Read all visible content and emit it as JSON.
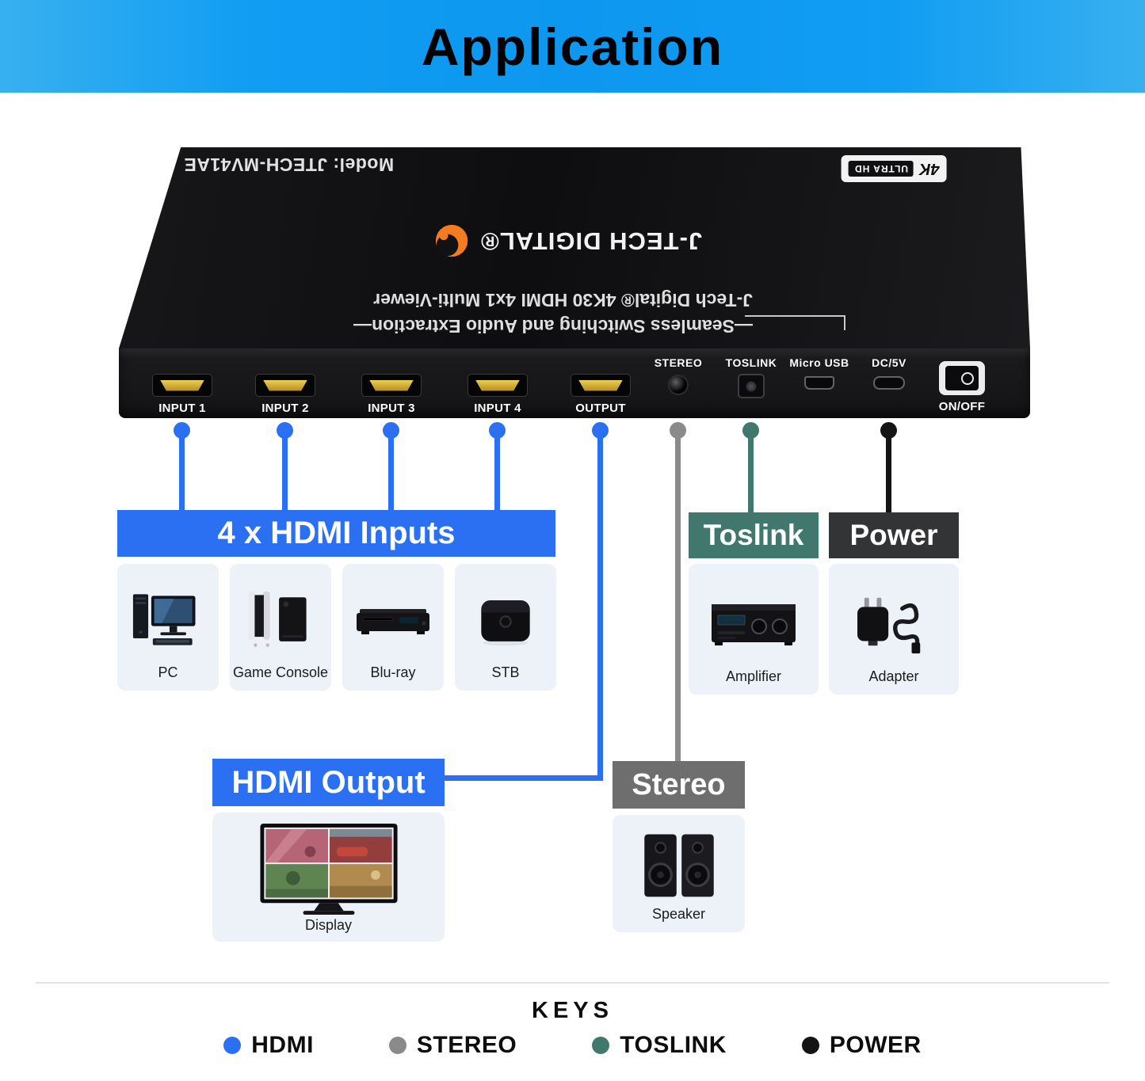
{
  "header": {
    "title": "Application"
  },
  "device": {
    "model_label": "Model: JTECH-MV41AE",
    "badge_4k": "4K",
    "badge_ultrahd": "ULTRA HD",
    "brand": "J-TECH DIGITAL®",
    "desc_title": "J-Tech Digital® 4K30 HDMI 4x1 Multi-Viewer",
    "desc_subtitle": "—Seamless Switching and Audio Extraction—",
    "ports": {
      "input1": "INPUT 1",
      "input2": "INPUT 2",
      "input3": "INPUT 3",
      "input4": "INPUT 4",
      "output": "OUTPUT",
      "stereo": "STEREO",
      "toslink": "TOSLINK",
      "micro_usb": "Micro USB",
      "dc5v": "DC/5V",
      "on_off": "ON/OFF"
    }
  },
  "sections": {
    "hdmi_inputs": {
      "title": "4 x HDMI Inputs",
      "items": [
        {
          "label": "PC"
        },
        {
          "label": "Game Console"
        },
        {
          "label": "Blu-ray"
        },
        {
          "label": "STB"
        }
      ]
    },
    "toslink": {
      "title": "Toslink",
      "item_label": "Amplifier"
    },
    "power": {
      "title": "Power",
      "item_label": "Adapter"
    },
    "hdmi_output": {
      "title": "HDMI Output",
      "item_label": "Display"
    },
    "stereo": {
      "title": "Stereo",
      "item_label": "Speaker"
    }
  },
  "keys": {
    "title": "KEYS",
    "legend": [
      {
        "label": "HDMI",
        "color": "#2b6ff2"
      },
      {
        "label": "STEREO",
        "color": "#8a8a8a"
      },
      {
        "label": "TOSLINK",
        "color": "#41786e"
      },
      {
        "label": "POWER",
        "color": "#141414"
      }
    ]
  },
  "colors": {
    "header_blue": "#0d97f0",
    "accent_blue": "#2b6ff2",
    "teal": "#41786e",
    "gray": "#6e6e6e",
    "dark": "#323435",
    "card_bg": "#edf1f8",
    "logo_orange": "#f47b20"
  }
}
